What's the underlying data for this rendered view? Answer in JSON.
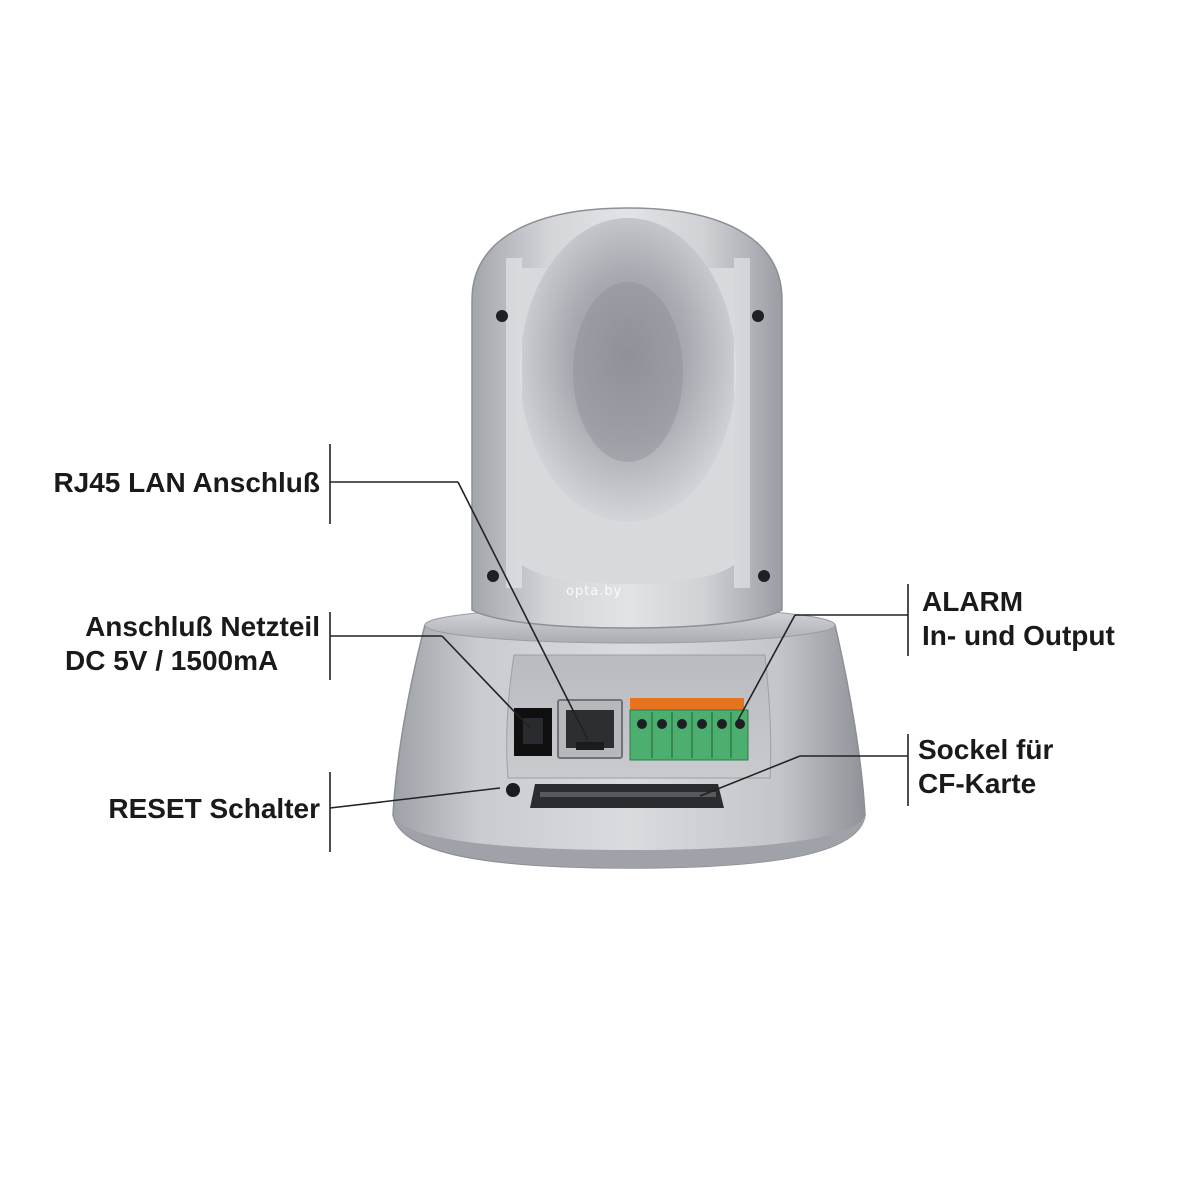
{
  "callouts": {
    "rj45": {
      "line1": "RJ45 LAN Anschluß"
    },
    "power": {
      "line1": "Anschluß Netzteil",
      "line2": "DC 5V / 1500mA"
    },
    "reset": {
      "line1": "RESET Schalter"
    },
    "alarm": {
      "line1": "ALARM",
      "line2": "In- und Output"
    },
    "cf": {
      "line1": "Sockel für",
      "line2": "CF-Karte"
    }
  },
  "watermark": "opta.by",
  "colors": {
    "body_silver": "#c4c6cb",
    "connector_green": "#4caf70",
    "connector_orange": "#e8731e",
    "line": "#222222"
  }
}
